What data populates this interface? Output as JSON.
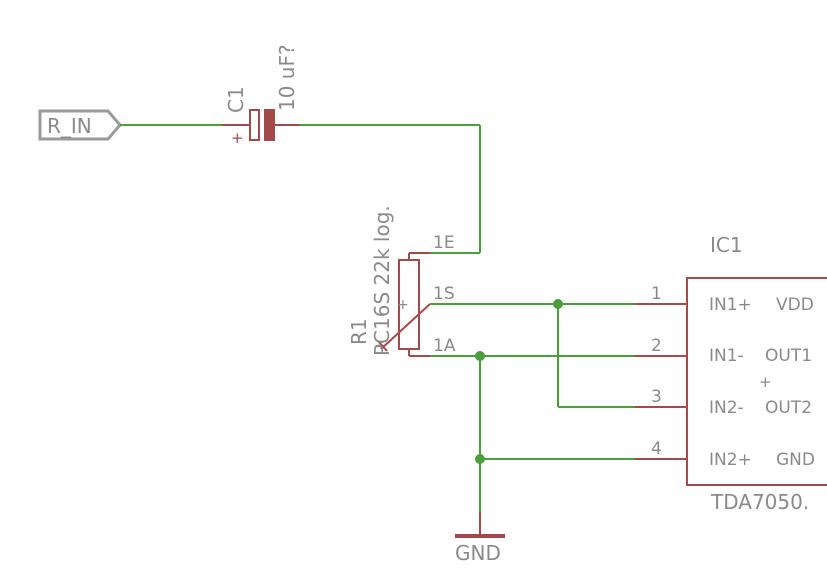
{
  "colors": {
    "wire": "#4a9e3c",
    "symbol": "#a44a4a",
    "label": "#8a8a8a",
    "port": "#9a9a9a",
    "background": "#ffffff"
  },
  "input_port": {
    "label": "R_IN"
  },
  "capacitor": {
    "name": "C1",
    "value": "10 uF?",
    "polarity": "+"
  },
  "potentiometer": {
    "name": "R1",
    "value": "PC16S 22k log.",
    "marker": "+",
    "pins": {
      "end": "1E",
      "wiper": "1S",
      "start": "1A"
    }
  },
  "ic": {
    "name": "IC1",
    "value": "TDA7050.",
    "marker": "+",
    "pin_numbers": [
      "1",
      "2",
      "3",
      "4"
    ],
    "left_pins": [
      "IN1+",
      "IN1-",
      "IN2-",
      "IN2+"
    ],
    "right_pins": [
      "VDD",
      "OUT1",
      "OUT2",
      "GND"
    ]
  },
  "ground": {
    "label": "GND"
  }
}
